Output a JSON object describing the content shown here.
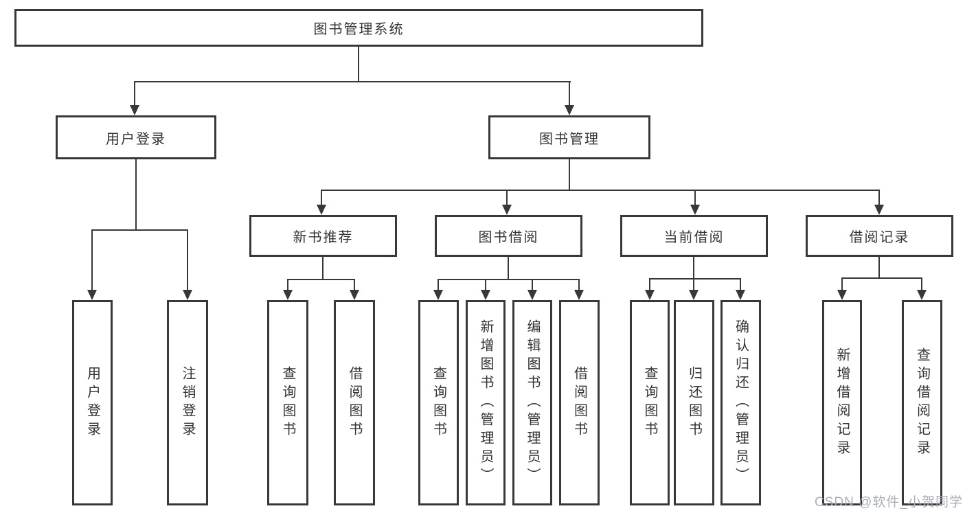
{
  "diagram_title": "图书管理系统",
  "nodes": {
    "root": {
      "label": "图书管理系统"
    },
    "user_login": {
      "label": "用户登录"
    },
    "book_management": {
      "label": "图书管理"
    },
    "new_book_rec": {
      "label": "新书推荐"
    },
    "book_borrowing": {
      "label": "图书借阅"
    },
    "current_borrowing": {
      "label": "当前借阅"
    },
    "borrowing_records": {
      "label": "借阅记录"
    },
    "ul_user_login": {
      "label": "用户登录"
    },
    "ul_logout": {
      "label": "注销登录"
    },
    "nb_query_books": {
      "label": "查询图书"
    },
    "nb_borrow_books": {
      "label": "借阅图书"
    },
    "bb_query_books": {
      "label": "查询图书"
    },
    "bb_add_books": {
      "label": "新增图书（管理员）"
    },
    "bb_edit_books": {
      "label": "编辑图书（管理员）"
    },
    "bb_borrow_books": {
      "label": "借阅图书"
    },
    "cb_query_books": {
      "label": "查询图书"
    },
    "cb_return_books": {
      "label": "归还图书"
    },
    "cb_confirm_return": {
      "label": "确认归还（管理员）"
    },
    "br_add_record": {
      "label": "新增借阅记录"
    },
    "br_query_record": {
      "label": "查询借阅记录"
    }
  },
  "watermark": "CSDN @软件_小贺同学",
  "colors": {
    "line": "#383838",
    "text": "#333333",
    "watermark": "#a9aeb9",
    "background": "#ffffff"
  }
}
